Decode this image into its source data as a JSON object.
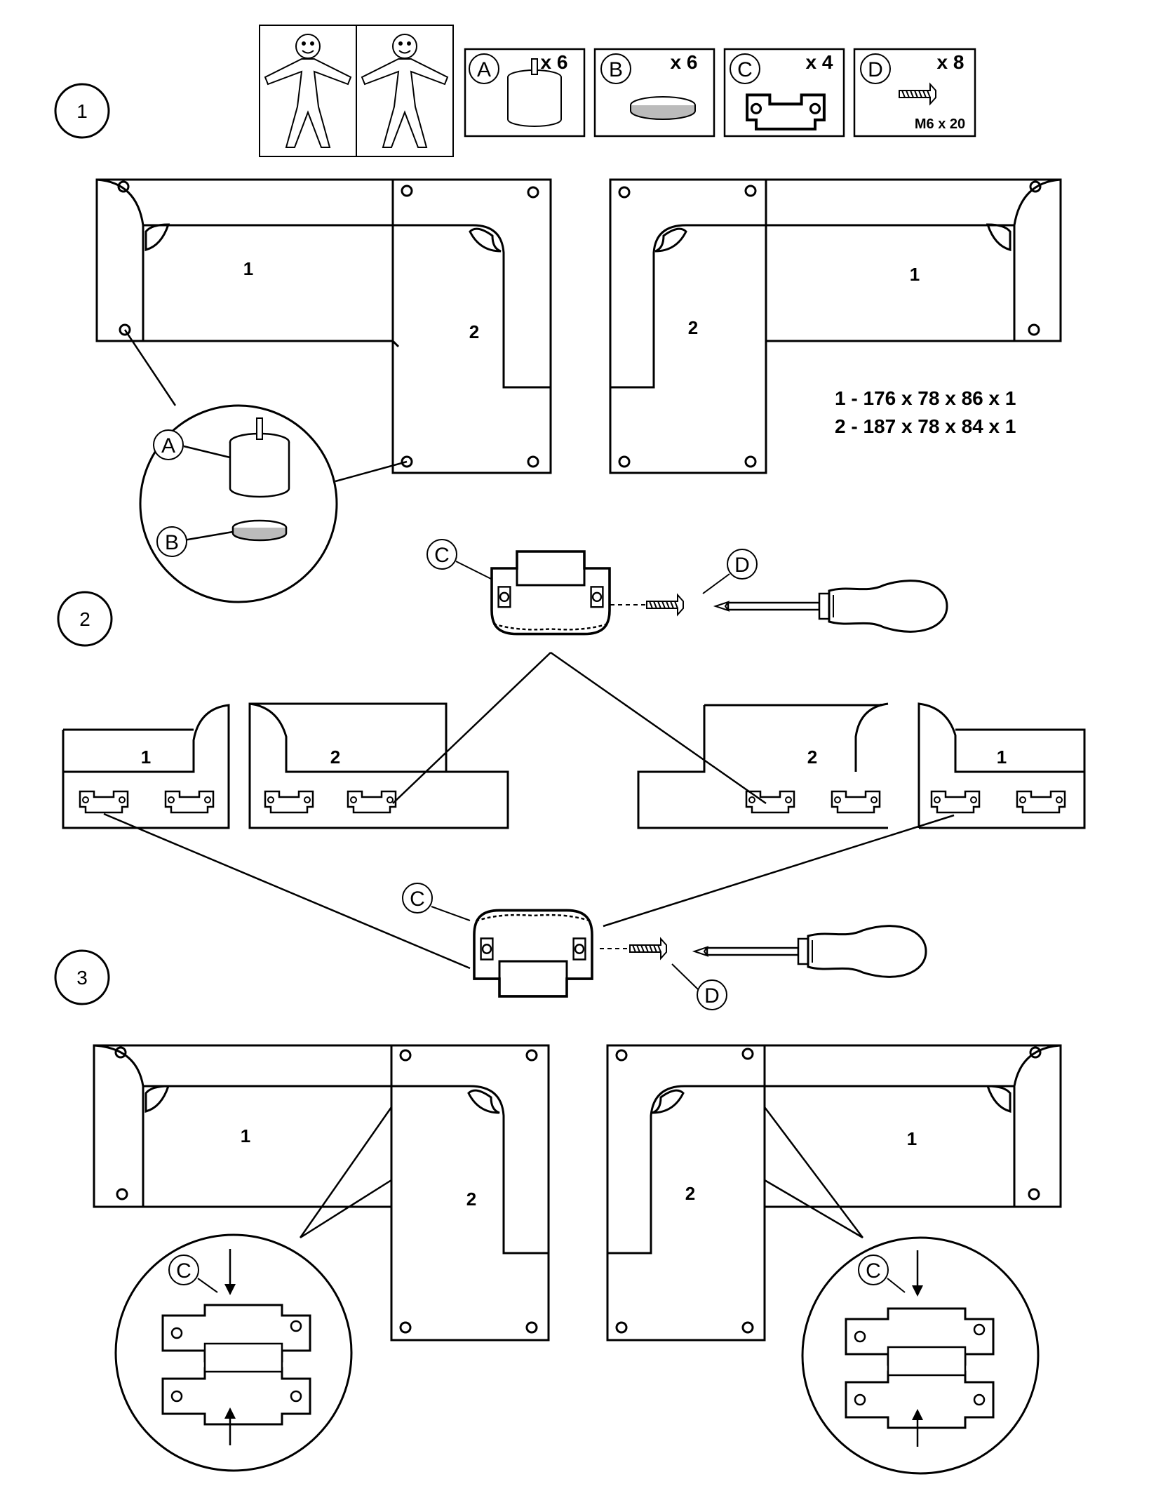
{
  "steps": [
    "1",
    "2",
    "3"
  ],
  "parts": [
    {
      "letter": "A",
      "qty": "x 6"
    },
    {
      "letter": "B",
      "qty": "x 6"
    },
    {
      "letter": "C",
      "qty": "x 4"
    },
    {
      "letter": "D",
      "qty": "x 8",
      "spec": "M6 x 20"
    }
  ],
  "module_labels": {
    "one": "1",
    "two": "2"
  },
  "dimensions": [
    "1 - 176 x 78 x 86 x 1",
    "2 - 187 x 78 x 84 x 1"
  ],
  "callouts": {
    "a": "A",
    "b": "B",
    "c": "C",
    "d": "D"
  }
}
